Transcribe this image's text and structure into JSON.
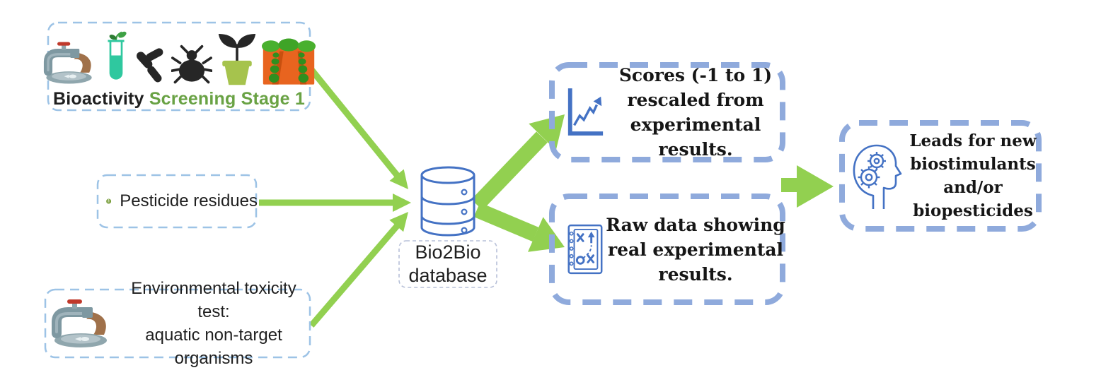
{
  "palette": {
    "arrow_green": "#92d050",
    "left_box_border": "#9dc3e6",
    "right_box_border": "#8faadc",
    "db_label_border": "#b7c0d8",
    "icon_blue": "#4472c4",
    "highlight_green_text": "#69a244",
    "pesticide_circle_green": "#7a9f3d",
    "text_black": "#1f1f1f"
  },
  "boxes": {
    "bioactivity": {
      "label_prefix": "Bioactivity ",
      "label_highlight": "Screening Stage 1",
      "icons": [
        "faucet-water-icon",
        "test-tube-sprout-icon",
        "seeds-icon",
        "beetle-icon",
        "potted-plant-icon",
        "crop-field-icon"
      ]
    },
    "pesticide": {
      "label": "Pesticide residues",
      "icon": "pesticide-spray-icon"
    },
    "environmental": {
      "lines": [
        "Environmental toxicity test:",
        "aquatic non-target organisms"
      ],
      "icon": "faucet-water-icon"
    },
    "database": {
      "lines": [
        "Bio2Bio",
        "database"
      ],
      "icon": "database-icon"
    },
    "scores": {
      "lines": [
        "Scores (-1 to 1)",
        "rescaled from",
        "experimental",
        "results."
      ],
      "icon": "chart-increase-icon"
    },
    "raw_data": {
      "lines": [
        "Raw data showing",
        "real experimental",
        "results."
      ],
      "icon": "strategy-sheet-icon"
    },
    "leads": {
      "lines": [
        "Leads for new",
        "biostimulants",
        "and/or",
        "biopesticides"
      ],
      "icon": "head-gears-icon"
    }
  },
  "arrows": [
    {
      "name": "bioactivity-to-database",
      "style": "thin"
    },
    {
      "name": "pesticide-to-database",
      "style": "thin"
    },
    {
      "name": "environmental-to-database",
      "style": "thin"
    },
    {
      "name": "database-to-scores",
      "style": "thick"
    },
    {
      "name": "database-to-rawdata",
      "style": "thick"
    },
    {
      "name": "results-to-leads",
      "style": "block"
    }
  ]
}
